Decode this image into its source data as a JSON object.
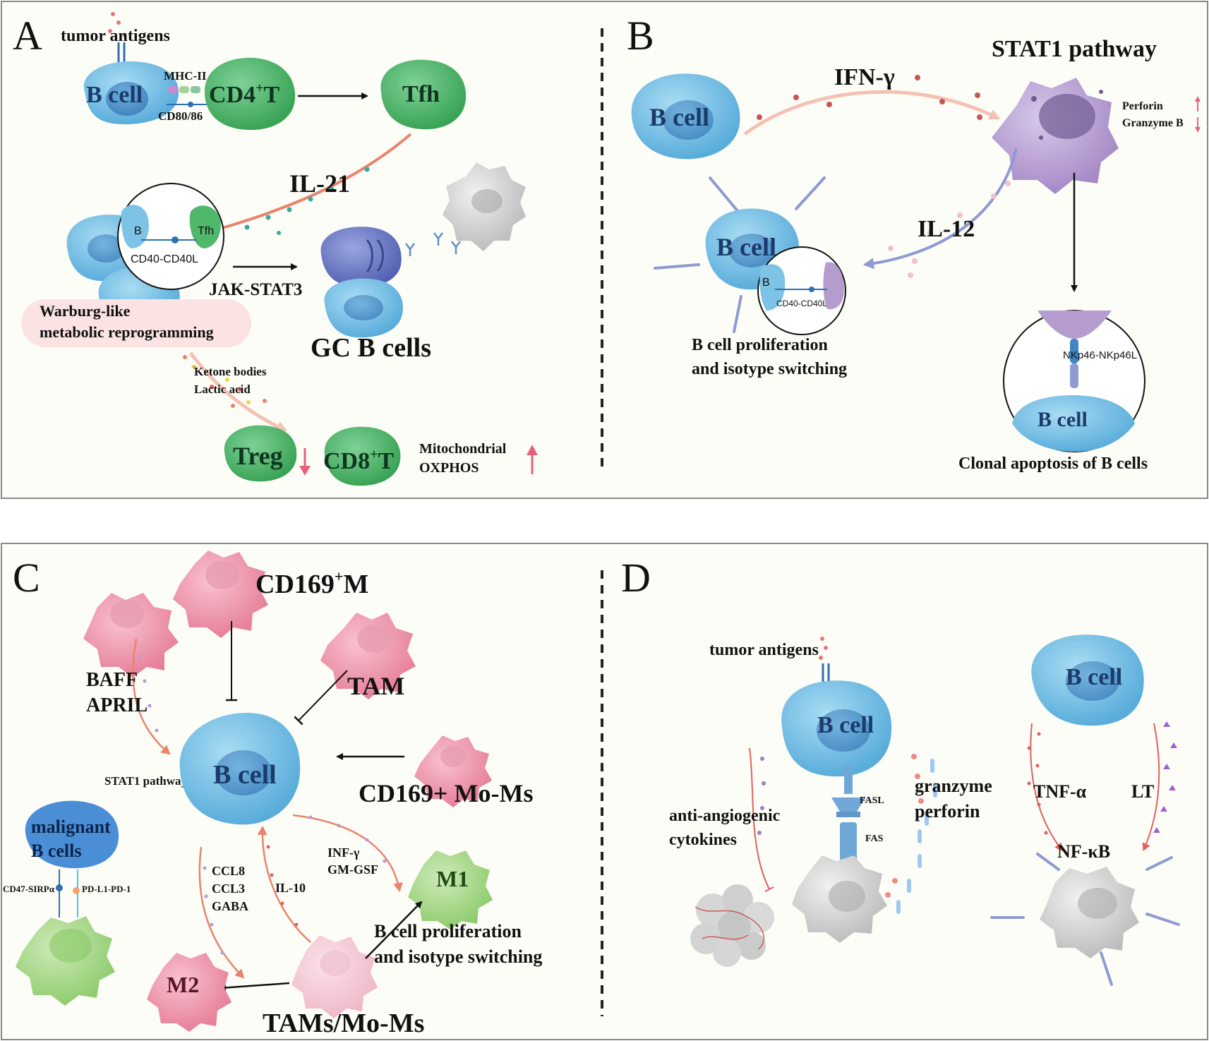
{
  "panels": {
    "A": {
      "letter": "A",
      "tumor_antigens": "tumor antigens",
      "b_cell": "B cell",
      "mhc_ii": "MHC-II",
      "cd80_86": "CD80/86",
      "cd4t_main": "CD4",
      "cd4t_sup": "+",
      "cd4t_end": "T",
      "tfh": "Tfh",
      "il21": "IL-21",
      "inset_b": "B",
      "inset_tfh": "Tfh",
      "cd40_cd40l": "CD40-CD40L",
      "jak_stat3": "JAK-STAT3",
      "warburg_line1": "Warburg-like",
      "warburg_line2": "metabolic reprogramming",
      "gc_b_cells": "GC B cells",
      "ketone": "Ketone bodies",
      "lactic": "Lactic acid",
      "treg": "Treg",
      "cd8t_main": "CD8",
      "cd8t_sup": "+",
      "cd8t_end": "T",
      "mito_line1": "Mitochondrial",
      "mito_line2": "OXPHOS"
    },
    "B": {
      "letter": "B",
      "b_cell_top": "B cell",
      "ifn_gamma": "IFN-γ",
      "stat1": "STAT1 pathway",
      "perforin": "Perforin",
      "granzyme": "Granzyme B",
      "il12": "IL-12",
      "b_cell_mid": "B cell",
      "inset_b": "B",
      "cd40_cd40l": "CD40-CD40L",
      "prolif_line1": "B cell proliferation",
      "prolif_line2": "and isotype switching",
      "nkp46": "NKp46-NKp46L",
      "b_cell_inset": "B cell",
      "clonal": "Clonal apoptosis of B cells"
    },
    "C": {
      "letter": "C",
      "cd169m_main": "CD169",
      "cd169m_sup": "+",
      "cd169m_end": "M",
      "tam": "TAM",
      "baff": "BAFF",
      "april": "APRIL",
      "stat1": "STAT1 pathway",
      "b_cell": "B cell",
      "cd169_momos": "CD169+ Mo-Ms",
      "malignant_line1": "malignant",
      "malignant_line2": "B cells",
      "cd47": "CD47-SIRPα",
      "pdl1": "PD-L1-PD-1",
      "ccl8": "CCL8",
      "ccl3": "CCL3",
      "gaba": "GABA",
      "il10": "IL-10",
      "infg": "INF-γ",
      "gmgsf": "GM-GSF",
      "m1": "M1",
      "m2": "M2",
      "prolif_line1": "B cell proliferation",
      "prolif_line2": "and isotype switching",
      "tams_momos": "TAMs/Mo-Ms"
    },
    "D": {
      "letter": "D",
      "tumor_antigens": "tumor antigens",
      "b_cell_left": "B cell",
      "b_cell_right": "B cell",
      "granzyme": "granzyme",
      "perforin": "perforin",
      "fasl": "FASL",
      "fas": "FAS",
      "anti_line1": "anti-angiogenic",
      "anti_line2": "cytokines",
      "tnf": "TNF-α",
      "lt": "LT",
      "nfkb": "NF-κB"
    }
  },
  "colors": {
    "b_cell_outer": "#7dc3e6",
    "b_cell_inner": "#3f86c4",
    "t_cell": "#4fb86a",
    "nk_cell": "#b49ccf",
    "macrophage_pink": "#ef8aa4",
    "m1_green": "#a9d88b",
    "tumor_grey": "#c8c8c8",
    "arrow_salmon": "#e8846b",
    "arrow_blue": "#8e9ad1",
    "up_down_arrow": "#e8617a",
    "background": "#fdfdf7"
  }
}
